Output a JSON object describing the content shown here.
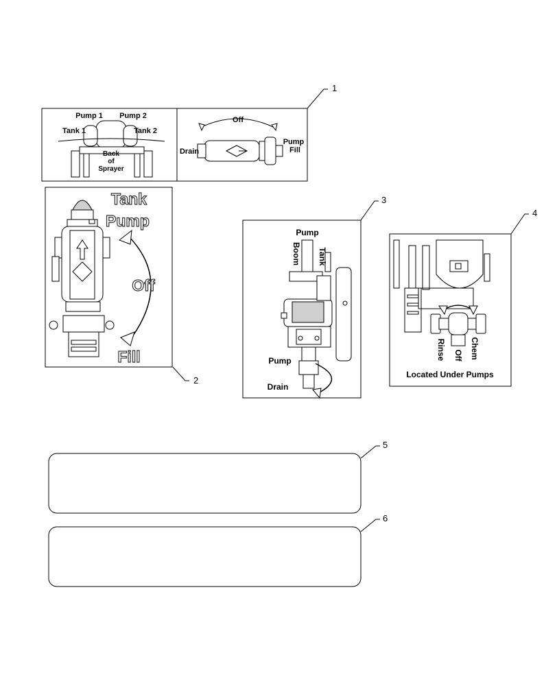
{
  "callouts": [
    "1",
    "2",
    "3",
    "4",
    "5",
    "6"
  ],
  "decal1": {
    "pump1": "Pump 1",
    "pump2": "Pump 2",
    "tank1": "Tank 1",
    "tank2": "Tank 2",
    "back_line1": "Back",
    "back_line2": "of",
    "back_line3": "Sprayer",
    "off": "Off",
    "drain": "Drain",
    "pump_fill_line1": "Pump",
    "pump_fill_line2": "Fill"
  },
  "decal2": {
    "tank": "Tank",
    "pump": "Pump",
    "off": "Off",
    "fill": "Fill"
  },
  "decal3": {
    "pump_top": "Pump",
    "boom": "Boom",
    "tank": "Tank",
    "pump_bottom": "Pump",
    "drain": "Drain"
  },
  "decal4": {
    "rinse": "Rinse",
    "off": "Off",
    "chem": "Chem",
    "located": "Located Under Pumps"
  }
}
